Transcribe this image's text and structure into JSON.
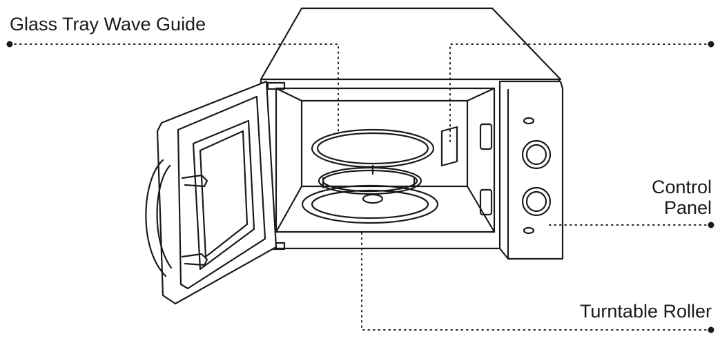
{
  "labels": {
    "glass_tray_wave_guide": "Glass Tray Wave Guide",
    "control_panel_line1": "Control",
    "control_panel_line2": "Panel",
    "turntable_roller": "Turntable Roller"
  },
  "colors": {
    "stroke": "#1a1a1a",
    "background": "#ffffff"
  }
}
